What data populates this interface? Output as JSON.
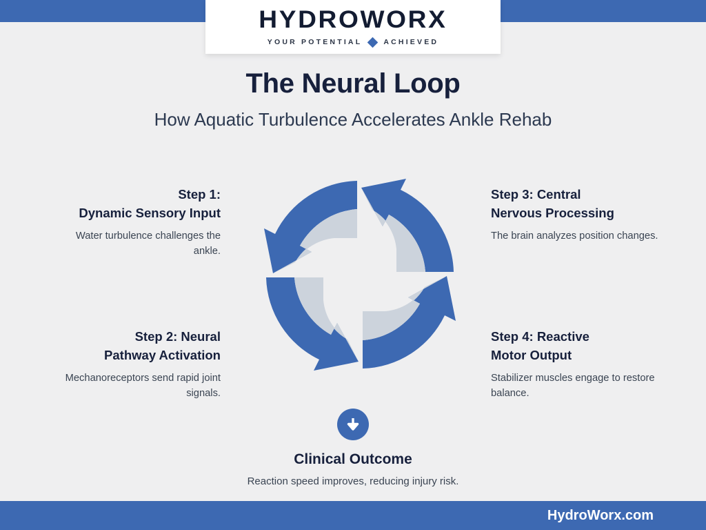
{
  "brand": {
    "wordmark": "HYDROWORX",
    "tagline_left": "YOUR POTENTIAL",
    "tagline_right": "ACHIEVED",
    "diamond_icon": "diamond-icon",
    "accent_color": "#3d69b2",
    "dark_color": "#17203c",
    "background_color": "#efeff0",
    "arrow_blue": "#3d69b2",
    "arrow_gray": "#ccd3dc"
  },
  "header": {
    "title": "The Neural Loop",
    "subtitle": "How Aquatic Turbulence Accelerates Ankle Rehab"
  },
  "cycle": {
    "icon": "circular-arrows-cycle-icon",
    "arrow_count": 4,
    "direction": "clockwise"
  },
  "steps": [
    {
      "id": "step-1",
      "title": "Step 1:\nDynamic Sensory Input",
      "title_line_1": "Step 1:",
      "title_line_2": "Dynamic Sensory Input",
      "description": "Water turbulence challenges the ankle.",
      "align": "right"
    },
    {
      "id": "step-2",
      "title": "Step 2: Neural Pathway Activation",
      "title_line_1": "Step 2: Neural",
      "title_line_2": "Pathway Activation",
      "description": "Mechanoreceptors send rapid joint signals.",
      "align": "right"
    },
    {
      "id": "step-3",
      "title": "Step 3: Central Nervous Processing",
      "title_line_1": "Step 3: Central",
      "title_line_2": "Nervous Processing",
      "description": "The brain analyzes position changes.",
      "align": "left"
    },
    {
      "id": "step-4",
      "title": "Step 4: Reactive Motor Output",
      "title_line_1": "Step 4: Reactive",
      "title_line_2": "Motor Output",
      "description": "Stabilizer muscles engage to restore balance.",
      "align": "left"
    }
  ],
  "outcome": {
    "icon": "down-arrow-circle-icon",
    "title": "Clinical Outcome",
    "description": "Reaction speed improves, reducing injury risk."
  },
  "footer": {
    "website": "HydroWorx.com"
  }
}
